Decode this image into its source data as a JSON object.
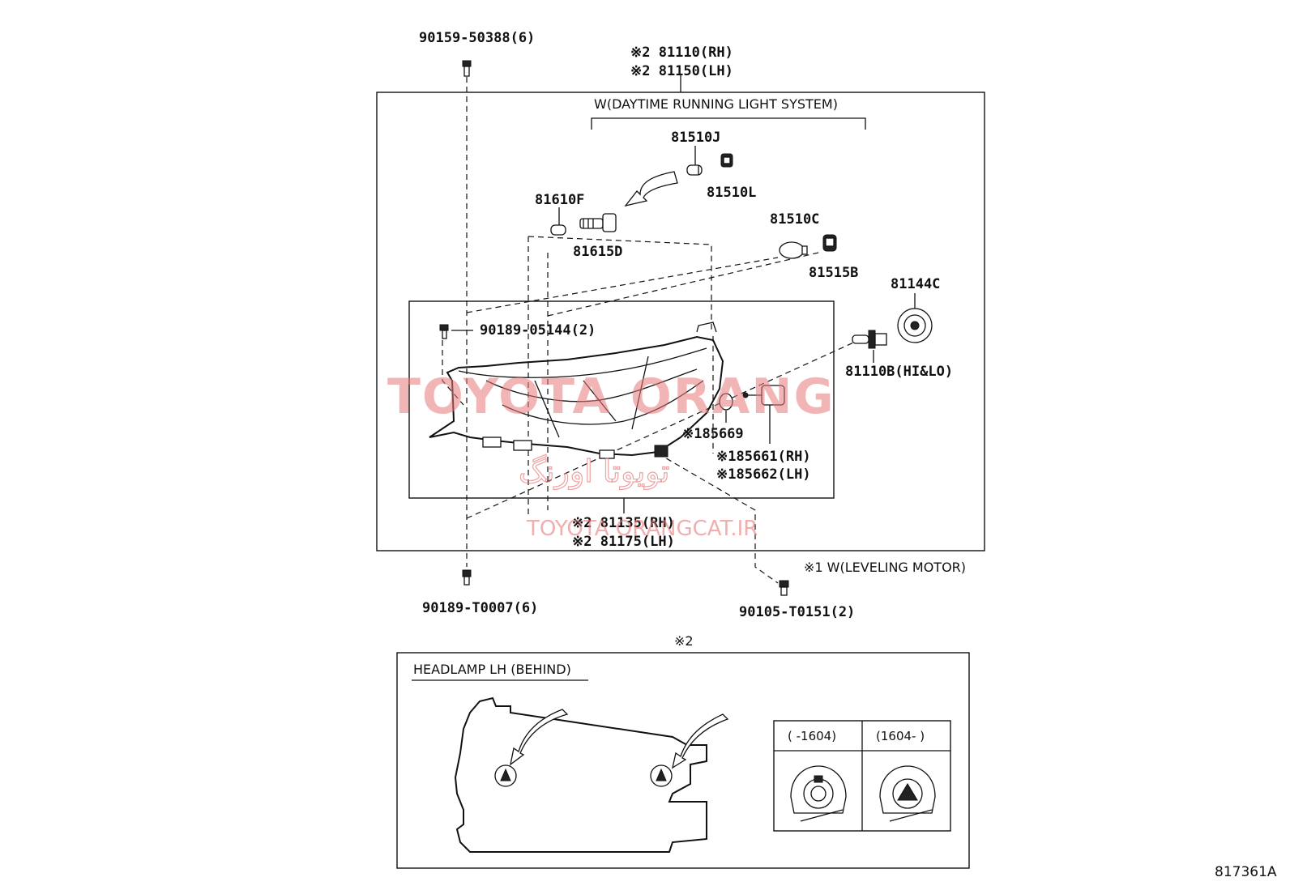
{
  "parts": {
    "p90159": "90159-50388(6)",
    "p81110_rh": "※2 81110(RH)",
    "p81150_lh": "※2 81150(LH)",
    "drl_note": "W(DAYTIME RUNNING LIGHT SYSTEM)",
    "p81510J": "81510J",
    "p81510L": "81510L",
    "p81610F": "81610F",
    "p81615D": "81615D",
    "p81510C": "81510C",
    "p81515B": "81515B",
    "p81144C": "81144C",
    "p90189_05144": "90189-05144(2)",
    "p81110B": "81110B(HI&LO)",
    "p85669": "※185669",
    "p85661": "※185661(RH)",
    "p85662": "※185662(LH)",
    "p81135": "※2 81135(RH)",
    "p81175": "※2 81175(LH)",
    "leveling_note": "※1 W(LEVELING MOTOR)",
    "p90189_T0007": "90189-T0007(6)",
    "p90105_T0151": "90105-T0151(2)"
  },
  "inset": {
    "marker": "※2",
    "title": "HEADLAMP LH (BEHIND)",
    "col1": "(  -1604)",
    "col2": "(1604-  )"
  },
  "watermark": {
    "big": "TOYOTA ORANG",
    "persian": "تویوتا اورنگ",
    "url": "TOYOTA ORANGCAT.IR"
  },
  "diagram_code": "817361A"
}
